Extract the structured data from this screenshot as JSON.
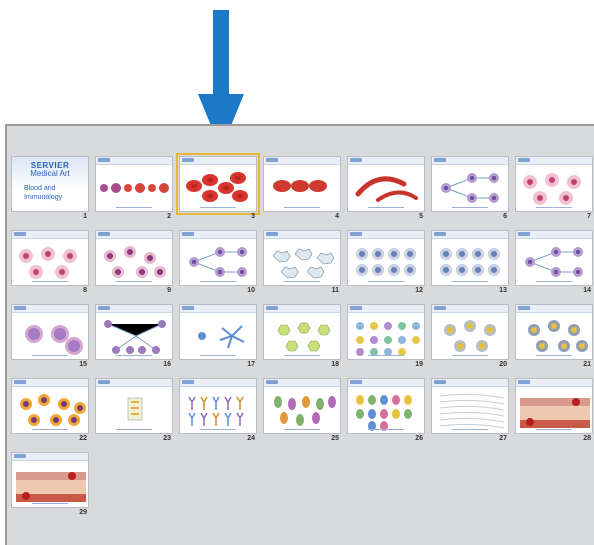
{
  "arrow": {
    "color": "#1c79c7"
  },
  "cover": {
    "brand_line1": "SERVIER",
    "brand_line2": "Medical Art",
    "title_line1": "Blood and",
    "title_line2": "Immunology"
  },
  "slides": [
    {
      "number": "1"
    },
    {
      "number": "2"
    },
    {
      "number": "3",
      "selected": true
    },
    {
      "number": "4"
    },
    {
      "number": "5"
    },
    {
      "number": "6"
    },
    {
      "number": "7"
    },
    {
      "number": "8"
    },
    {
      "number": "9"
    },
    {
      "number": "10"
    },
    {
      "number": "11"
    },
    {
      "number": "12"
    },
    {
      "number": "13"
    },
    {
      "number": "14"
    },
    {
      "number": "15"
    },
    {
      "number": "16"
    },
    {
      "number": "17"
    },
    {
      "number": "18"
    },
    {
      "number": "19"
    },
    {
      "number": "20"
    },
    {
      "number": "21"
    },
    {
      "number": "22"
    },
    {
      "number": "23"
    },
    {
      "number": "24"
    },
    {
      "number": "25"
    },
    {
      "number": "26"
    },
    {
      "number": "27"
    },
    {
      "number": "28"
    },
    {
      "number": "29"
    }
  ]
}
